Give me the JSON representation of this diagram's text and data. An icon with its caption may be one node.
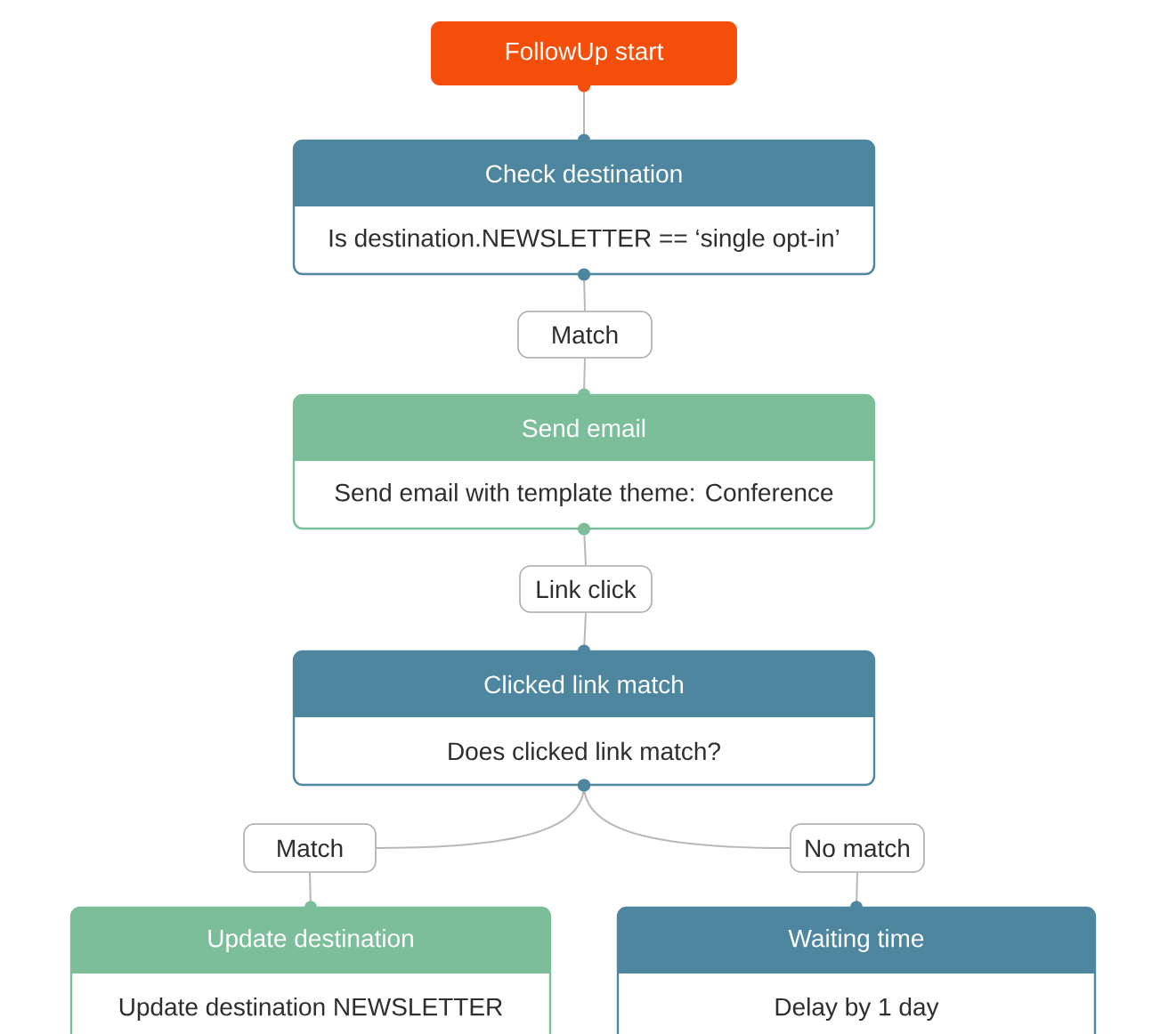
{
  "diagram": {
    "nodes": [
      {
        "text": [
          "FollowUp start"
        ]
      },
      {
        "text": [
          "Check destination",
          "Is destination.NEWSLETTER == ‘single opt-in’"
        ]
      },
      {
        "text": [
          "Match"
        ]
      },
      {
        "text": [
          "Send email",
          "Send email with template theme: Conference"
        ]
      },
      {
        "text": [
          "Link click"
        ]
      },
      {
        "text": [
          "Clicked link match",
          "Does clicked link match?"
        ]
      },
      {
        "text": [
          "Match"
        ]
      },
      {
        "text": [
          "No match"
        ]
      },
      {
        "text": [
          "Update destination",
          "Update destination NEWSLETTER"
        ]
      },
      {
        "text": [
          "Waiting time",
          "Delay by 1 day"
        ]
      }
    ],
    "edges": [
      {
        "from": 0,
        "to": 1,
        "arrow": "other"
      },
      {
        "from": 1,
        "to": 2,
        "arrow": "other"
      },
      {
        "from": 2,
        "to": 3,
        "arrow": "other"
      },
      {
        "from": 3,
        "to": 4,
        "arrow": "other"
      },
      {
        "from": 4,
        "to": 5,
        "arrow": "other"
      },
      {
        "from": 5,
        "to": 6,
        "arrow": "other"
      },
      {
        "from": 5,
        "to": 7,
        "arrow": "other"
      },
      {
        "from": 6,
        "to": 8,
        "arrow": "other"
      },
      {
        "from": 7,
        "to": 9,
        "arrow": "other"
      }
    ]
  }
}
